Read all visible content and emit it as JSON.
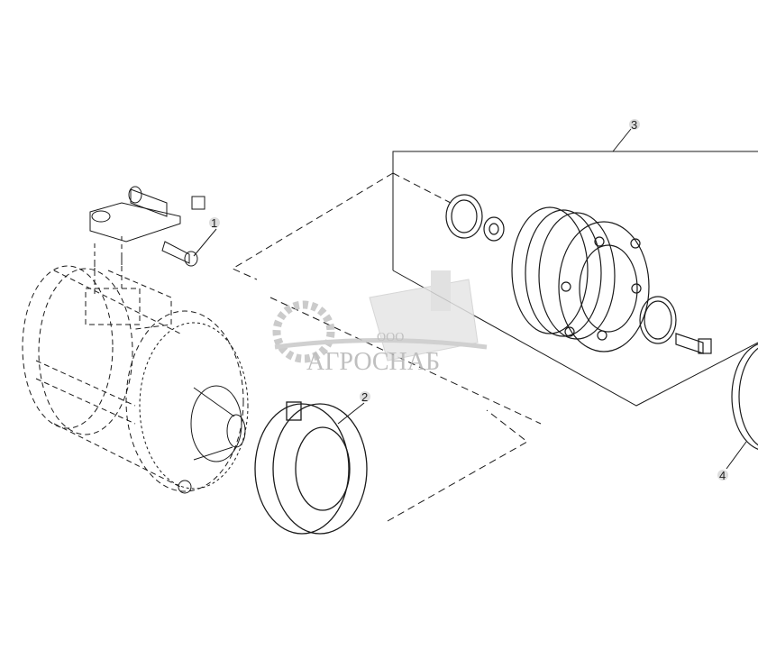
{
  "diagram": {
    "callouts": [
      {
        "id": "1",
        "label": "1"
      },
      {
        "id": "2",
        "label": "2"
      },
      {
        "id": "3",
        "label": "3"
      },
      {
        "id": "4",
        "label": "4"
      }
    ],
    "line_color": "#1a1a1a"
  },
  "watermark": {
    "prefix": "ООО",
    "name": "АГРОСНАБ",
    "color": "#b5b5b5"
  }
}
